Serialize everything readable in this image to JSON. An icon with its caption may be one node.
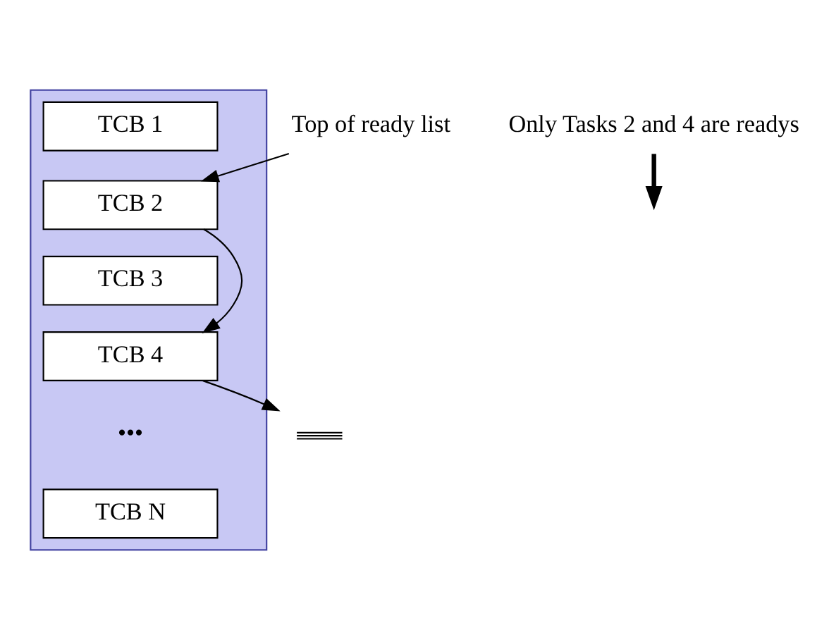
{
  "diagram": {
    "nodes": [
      {
        "text": [],
        "shape": "box"
      },
      {
        "text": [
          "TCB 1"
        ],
        "in": 0
      },
      {
        "text": [
          "TCB 2"
        ],
        "in": 0
      },
      {
        "text": [
          "TCB 3"
        ],
        "in": 0
      },
      {
        "text": [
          "TCB 4"
        ],
        "in": 0
      },
      {
        "text": [
          "•••"
        ],
        "in": 0
      },
      {
        "text": [
          "TCB N"
        ],
        "in": 0
      },
      {
        "text": [
          "Top of ready list"
        ]
      },
      {
        "text": [],
        "shape": "ground"
      },
      {
        "text": [
          "Only Tasks 2 and 4 are readys"
        ]
      }
    ],
    "edges": [
      {
        "from": 7,
        "to": 2,
        "arrow": "to"
      },
      {
        "from": 2,
        "to": 4,
        "arrow": "to"
      },
      {
        "from": 4,
        "to": 8,
        "arrow": "to"
      },
      {
        "from": 9,
        "to": null,
        "arrow": "to",
        "style": "thick"
      }
    ]
  }
}
